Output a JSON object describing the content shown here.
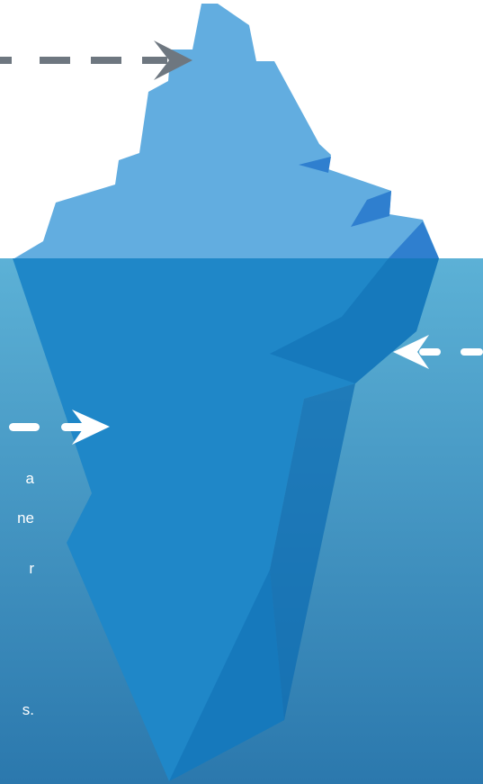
{
  "colors": {
    "sky": "#ffffff",
    "water_top": "#5cb1d6",
    "water_bottom": "#2b78ad",
    "ice_above": "#62ade0",
    "ice_above_shadow": "#2f7fcf",
    "ice_below": "#1f87c8",
    "ice_below_dark": "#0f6eb3",
    "arrow_gray": "#6e7780",
    "arrow_white": "#ffffff",
    "text": "#ffffff"
  },
  "icons": {
    "top_arrow": "arrow-right-icon",
    "right_arrow": "arrow-left-icon",
    "left_arrow": "arrow-right-icon"
  },
  "text_fragments": [
    {
      "id": "frag-1",
      "text": "a"
    },
    {
      "id": "frag-2",
      "text": "ne"
    },
    {
      "id": "frag-3",
      "text": "r"
    },
    {
      "id": "frag-4",
      "text": ""
    },
    {
      "id": "frag-5",
      "text": "s."
    }
  ]
}
